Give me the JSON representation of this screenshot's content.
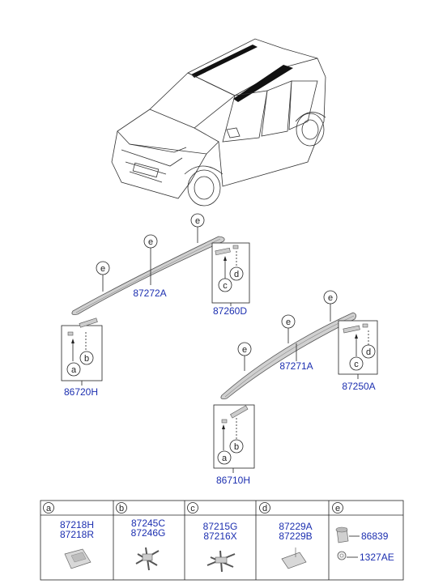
{
  "colors": {
    "part_number": "#1c2fb0",
    "line": "#222222",
    "molding": "#c8c8c8"
  },
  "parts": {
    "rail_left": "87272A",
    "rail_right": "87271A",
    "clip_rear_left": "87260D",
    "clip_rear_right": "87250A",
    "clip_front_left": "86720H",
    "clip_front_right": "86710H"
  },
  "markers": {
    "a": "a",
    "b": "b",
    "c": "c",
    "d": "d",
    "e": "e"
  },
  "legend": [
    {
      "letter": "a",
      "parts": [
        "87218H",
        "87218R"
      ]
    },
    {
      "letter": "b",
      "parts": [
        "87245C",
        "87246G"
      ]
    },
    {
      "letter": "c",
      "parts": [
        "87215G",
        "87216X"
      ]
    },
    {
      "letter": "d",
      "parts": [
        "87229A",
        "87229B"
      ]
    },
    {
      "letter": "e",
      "parts": [
        "86839",
        "1327AE"
      ]
    }
  ]
}
